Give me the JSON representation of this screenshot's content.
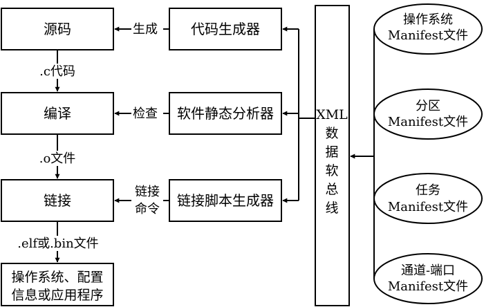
{
  "boxes": {
    "source": "源码",
    "compile": "编译",
    "link": "链接",
    "output": [
      "操作系统、配置",
      "信息或应用程序"
    ],
    "codegen": "代码生成器",
    "analyzer": "软件静态分析器",
    "linkgen": "链接脚本生成器"
  },
  "bus": {
    "line1": "XML",
    "chars": [
      "数",
      "据",
      "软",
      "总",
      "线"
    ]
  },
  "ellipses": {
    "os": [
      "操作系统",
      "Manifest文件"
    ],
    "partition": [
      "分区",
      "Manifest文件"
    ],
    "task": [
      "任务",
      "Manifest文件"
    ],
    "channel": [
      "通道-端口",
      "Manifest文件"
    ]
  },
  "edge_labels": {
    "gen": "生成",
    "check": "检查",
    "link_cmd": [
      "链接",
      "命令"
    ],
    "c_code": ".c代码",
    "o_file": ".o文件",
    "elf_file": ".elf或.bin文件"
  }
}
